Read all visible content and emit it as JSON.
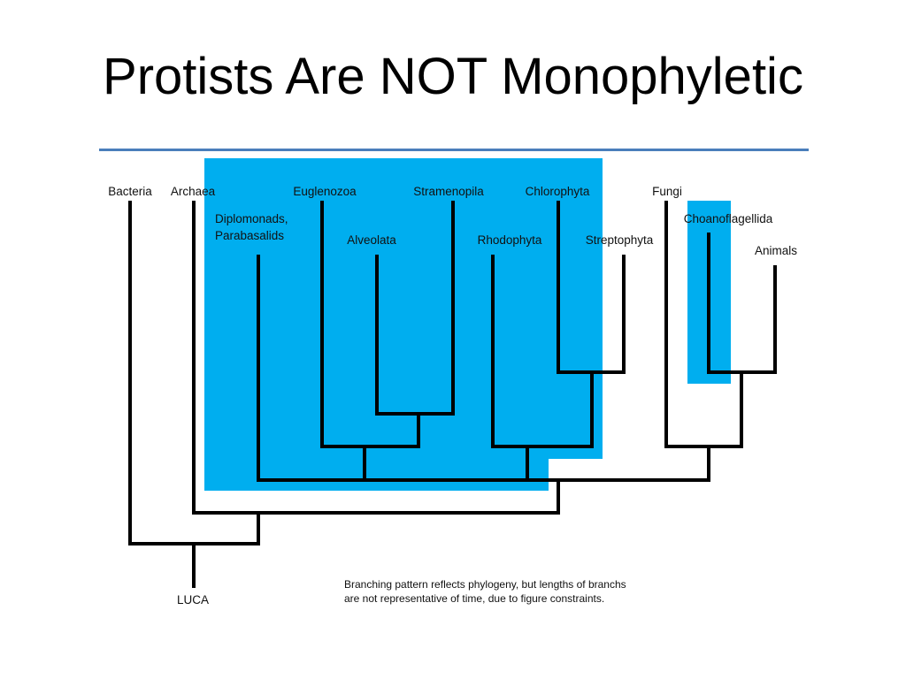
{
  "slide": {
    "title": "Protists Are NOT Monophyletic"
  },
  "colors": {
    "title_rule": "#4a7ebb",
    "protist_highlight": "#00aeef",
    "branch": "#000000"
  },
  "tree": {
    "root": "LUCA",
    "taxa": {
      "bacteria": "Bacteria",
      "archaea": "Archaea",
      "euglenozoa": "Euglenozoa",
      "stramenopila": "Stramenopila",
      "chlorophyta": "Chlorophyta",
      "fungi": "Fungi",
      "diplomonads_line1": "Diplomonads,",
      "diplomonads_line2": "Parabasalids",
      "alveolata": "Alveolata",
      "rhodophyta": "Rhodophyta",
      "streptophyta": "Streptophyta",
      "choanoflagellida": "Choanoflagellida",
      "animals": "Animals"
    },
    "protist_groups": [
      "Diplomonads, Parabasalids",
      "Euglenozoa",
      "Alveolata",
      "Stramenopila",
      "Rhodophyta",
      "Chlorophyta",
      "Choanoflagellida"
    ]
  },
  "footnote": {
    "line1": "Branching pattern reflects phylogeny, but lengths of branchs",
    "line2": "are not representative of time, due to figure constraints."
  }
}
